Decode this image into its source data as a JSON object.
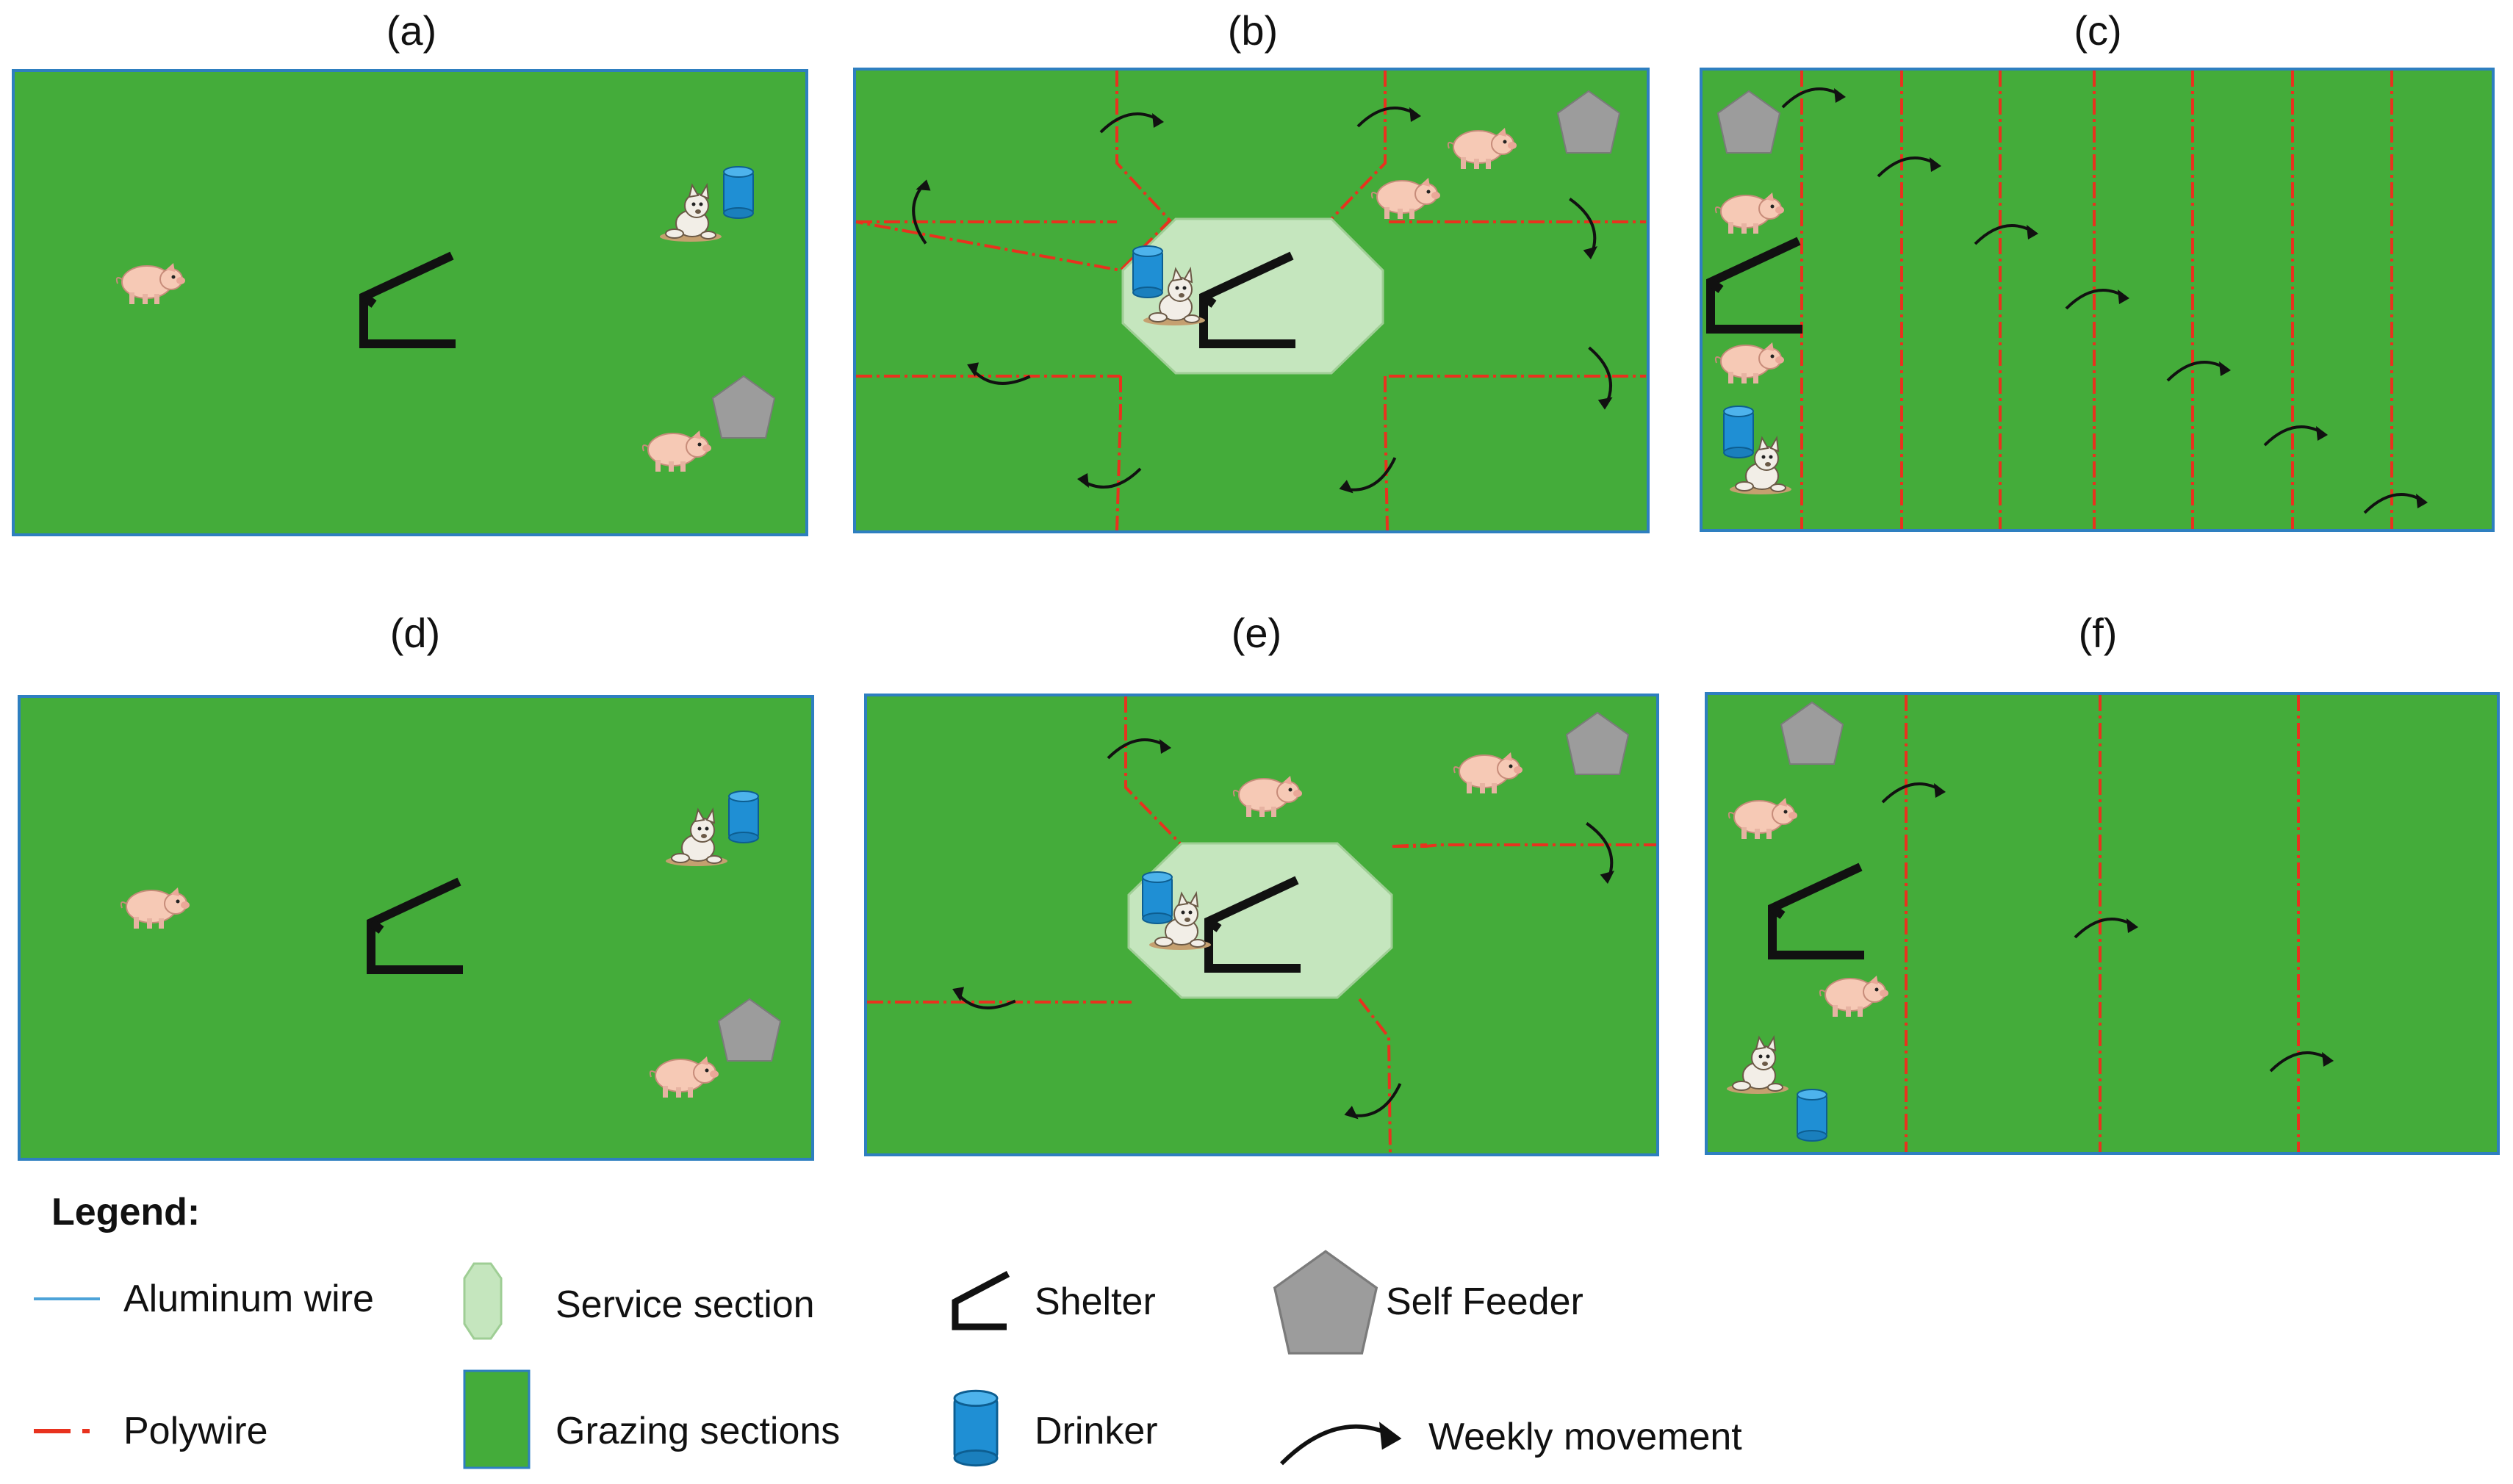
{
  "panels": [
    {
      "label": "(a)",
      "layout": "open-field",
      "color": "#44ac3a"
    },
    {
      "label": "(b)",
      "layout": "radial-sections",
      "color": "#44ac3a"
    },
    {
      "label": "(c)",
      "layout": "strips-7",
      "color": "#44ac3a"
    },
    {
      "label": "(d)",
      "layout": "open-field",
      "color": "#44ac3a"
    },
    {
      "label": "(e)",
      "layout": "radial-sections-few",
      "color": "#44ac3a"
    },
    {
      "label": "(f)",
      "layout": "strips-3",
      "color": "#44ac3a"
    }
  ],
  "legend": {
    "title": "Legend:",
    "aluminum_wire": "Aluminum wire",
    "polywire": "Polywire",
    "service_section": "Service section",
    "grazing_sections": "Grazing sections",
    "shelter": "Shelter",
    "drinker": "Drinker",
    "self_feeder": "Self Feeder",
    "weekly_movement": "Weekly movement"
  },
  "colors": {
    "grazing": "#44ac3a",
    "service": "#c5e6be",
    "polywire": "#e8321e",
    "aluminum_wire": "#4da3d8",
    "drinker": "#1f8fd4",
    "feeder": "#9c9c9c",
    "pig": "#f6c9b5",
    "shelter": "#111111"
  },
  "icons": [
    "pig-icon",
    "dog-icon",
    "drinker-icon",
    "self-feeder-icon",
    "shelter-icon",
    "movement-arrow-icon"
  ]
}
